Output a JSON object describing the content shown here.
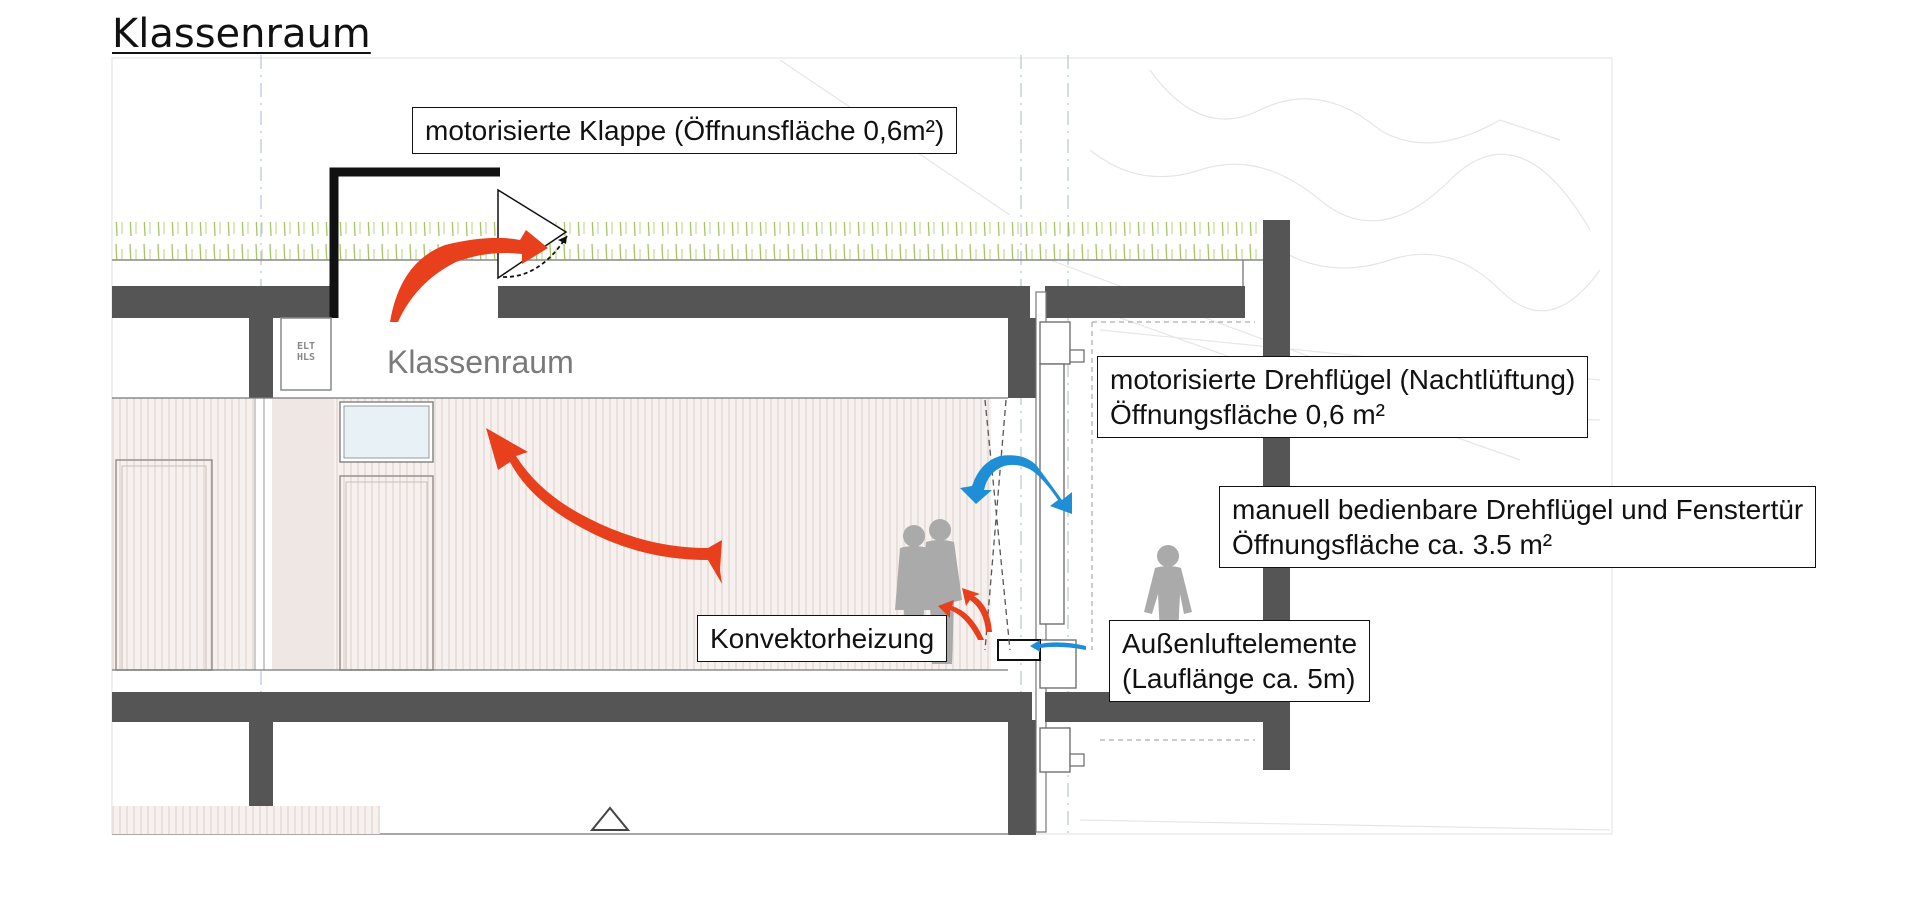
{
  "title": "Klassenraum",
  "room_label": "Klassenraum",
  "tech_room_label": [
    "ELT",
    "HLS"
  ],
  "callouts": {
    "klappe": "motorisierte Klappe (Öffnunsfläche 0,6m²)",
    "drehfluegel_nacht": {
      "line1": "motorisierte Drehflügel (Nachtlüftung)",
      "line2": "Öffnungsfläche 0,6 m²"
    },
    "drehfluegel_manuell": {
      "line1": "manuell bedienbare Drehflügel und Fenstertür",
      "line2": "Öffnungsfläche ca. 3.5 m²"
    },
    "konvektor": "Konvektorheizung",
    "aussenluft": {
      "line1": "Außenluftelemente",
      "line2": "(Lauflänge ca. 5m)"
    }
  },
  "colors": {
    "structure": "#555555",
    "warm_air_arrow": "#e8401c",
    "cool_air_arrow": "#1e8fd6",
    "panel_fill": "#f4eeeb",
    "green_roof": "#9ec15a",
    "label_border": "#111111"
  },
  "icons": [
    "warm-air-arrow",
    "cool-air-arrow",
    "person-silhouette",
    "triangle-marker"
  ]
}
